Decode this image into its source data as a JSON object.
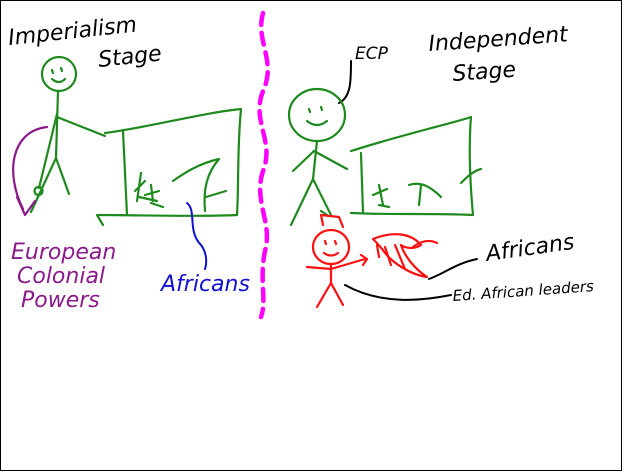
{
  "colors": {
    "ink_black": "#000000",
    "ink_green": "#1e8a1e",
    "ink_purple": "#8b1a8b",
    "ink_blue": "#1010d0",
    "ink_red": "#ff1010",
    "divider_magenta": "#ff00ff"
  },
  "left_panel": {
    "title_line1": "Imperialism",
    "title_line2": "Stage",
    "colonizer_label_line1": "European",
    "colonizer_label_line2": "Colonial",
    "colonizer_label_line3": "Powers",
    "africans_label": "Africans"
  },
  "right_panel": {
    "title_prefix": "ECP",
    "title_line1": "Independent",
    "title_line2": "Stage",
    "africans_label": "Africans",
    "leaders_label": "Ed. African leaders"
  }
}
